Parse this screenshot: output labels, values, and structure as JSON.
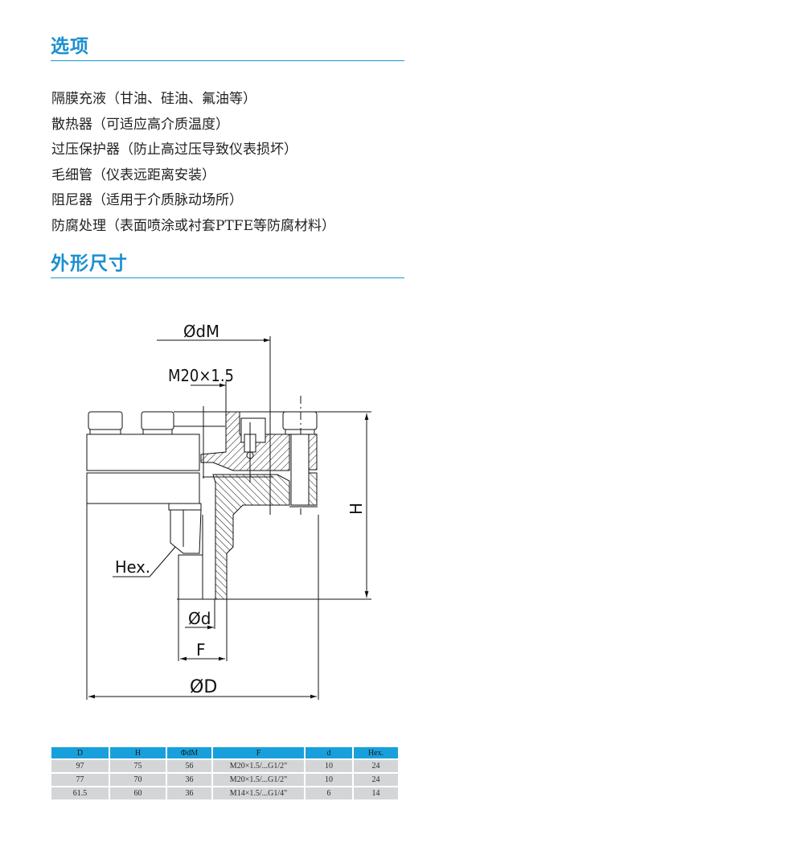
{
  "sections": {
    "options": {
      "title": "选项",
      "items": [
        "隔膜充液（甘油、硅油、氟油等）",
        "散热器（可适应高介质温度）",
        "过压保护器（防止高过压导致仪表损坏）",
        "毛细管（仪表远距离安装）",
        "阻尼器（适用于介质脉动场所）",
        "防腐处理（表面喷涂或衬套PTFE等防腐材料）"
      ]
    },
    "dimensions": {
      "title": "外形尺寸"
    }
  },
  "diagram": {
    "labels": {
      "dM": "ØdM",
      "thread": "M20×1.5",
      "hex": "Hex.",
      "H": "H",
      "d": "Ød",
      "F": "F",
      "D": "ØD"
    }
  },
  "table": {
    "headers": [
      "D",
      "H",
      "ΦdM",
      "F",
      "d",
      "Hex."
    ],
    "rows": [
      [
        "97",
        "75",
        "56",
        "M20×1.5/...G1/2\"",
        "10",
        "24"
      ],
      [
        "77",
        "70",
        "36",
        "M20×1.5/...G1/2\"",
        "10",
        "24"
      ],
      [
        "61.5",
        "60",
        "36",
        "M14×1.5/...G1/4\"",
        "6",
        "14"
      ]
    ]
  },
  "colors": {
    "accent": "#1a8fd0",
    "table_header": "#18a0dc",
    "table_cell": "#d4d5d6"
  }
}
